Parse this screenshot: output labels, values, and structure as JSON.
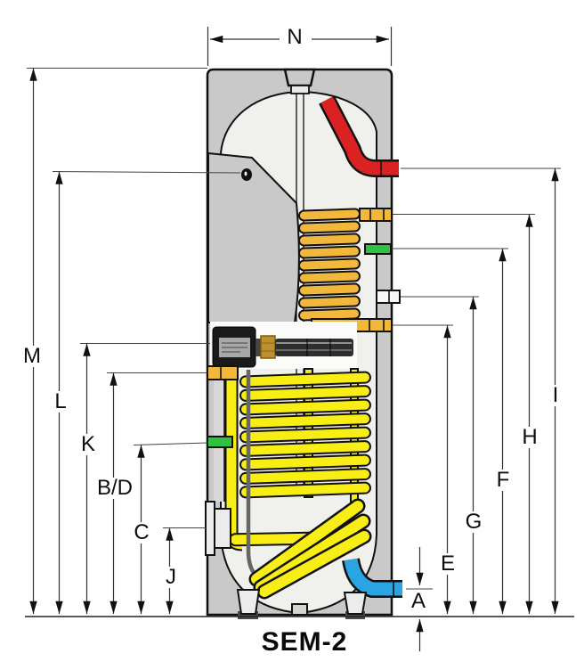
{
  "title": "SEM-2",
  "dimensions": {
    "n": "N",
    "m": "M",
    "l": "L",
    "k": "K",
    "bd": "B/D",
    "c": "C",
    "j": "J",
    "i": "I",
    "h": "H",
    "f": "F",
    "g": "G",
    "e": "E",
    "a": "A"
  },
  "colors": {
    "insulation-gray": "#c9c9c9",
    "vessel-white": "#f0f0ed",
    "upper-coil-amber": "#f2b83b",
    "lower-coil-yellow": "#f8ee15",
    "hot-outlet-red": "#db2222",
    "cold-inlet-blue": "#2ba4e4",
    "sensor-green": "#2fc141"
  }
}
